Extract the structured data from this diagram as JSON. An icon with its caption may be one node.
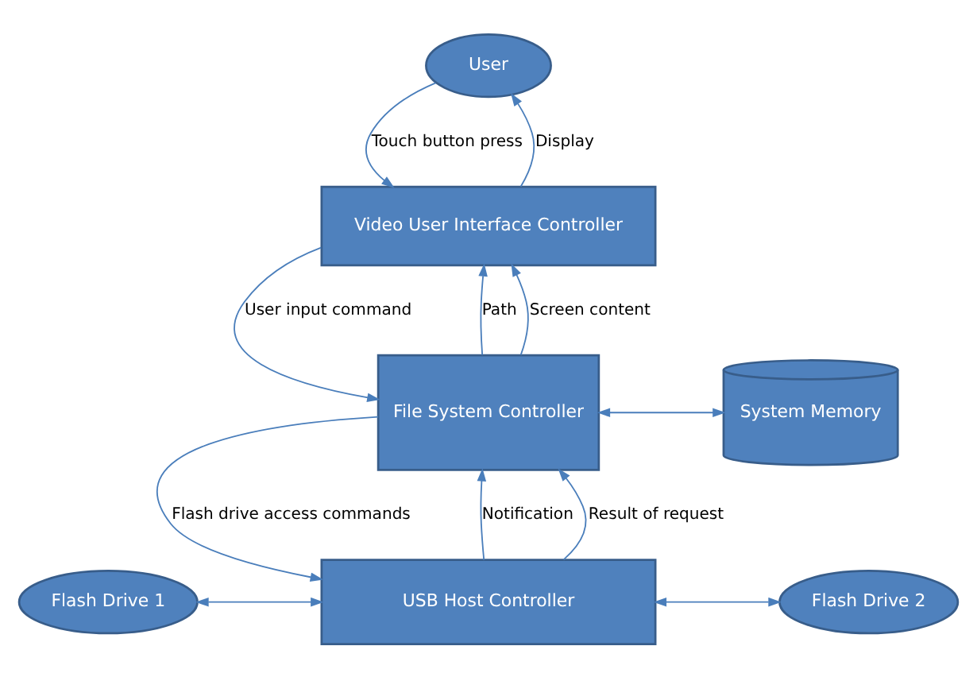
{
  "diagram": {
    "nodes": [
      {
        "text": [
          "User"
        ]
      },
      {
        "text": [
          "Video User Interface Controller"
        ]
      },
      {
        "text": [
          "File System Controller"
        ]
      },
      {
        "text": [
          "System Memory"
        ]
      },
      {
        "text": [
          "USB Host Controller"
        ]
      },
      {
        "text": [
          "Flash Drive 1"
        ]
      },
      {
        "text": [
          "Flash Drive 2"
        ]
      }
    ],
    "edges": [
      {
        "from": 0,
        "to": 1,
        "arrow": "to",
        "label": "Touch button press"
      },
      {
        "from": 1,
        "to": 0,
        "arrow": "to",
        "label": "Display"
      },
      {
        "from": 1,
        "to": 2,
        "arrow": "to",
        "label": "User input command"
      },
      {
        "from": 2,
        "to": 1,
        "arrow": "to",
        "label": "Path"
      },
      {
        "from": 2,
        "to": 1,
        "arrow": "to",
        "label": "Screen content"
      },
      {
        "from": 2,
        "to": 3,
        "arrow": "both"
      },
      {
        "from": 2,
        "to": 4,
        "arrow": "to",
        "label": "Flash drive access commands"
      },
      {
        "from": 4,
        "to": 2,
        "arrow": "to",
        "label": "Notification"
      },
      {
        "from": 4,
        "to": 2,
        "arrow": "to",
        "label": "Result of request"
      },
      {
        "from": 5,
        "to": 4,
        "arrow": "both"
      },
      {
        "from": 4,
        "to": 6,
        "arrow": "both"
      }
    ]
  }
}
